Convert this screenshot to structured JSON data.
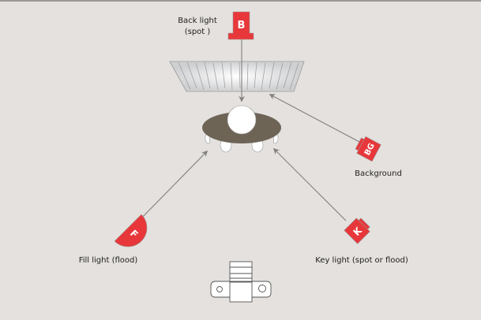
{
  "labels": {
    "back_light_line1": "Back light",
    "back_light_line2": "(spot )",
    "background": "Background",
    "fill_light": "Fill light (flood)",
    "key_light": "Key light (spot or flood)"
  },
  "light_letters": {
    "back": "B",
    "background": "BG",
    "fill": "F",
    "key": "K"
  },
  "colors": {
    "background": "#e4e1de",
    "light": "#e8373a",
    "subject_body": "#6e6456",
    "arrow": "#808080"
  }
}
